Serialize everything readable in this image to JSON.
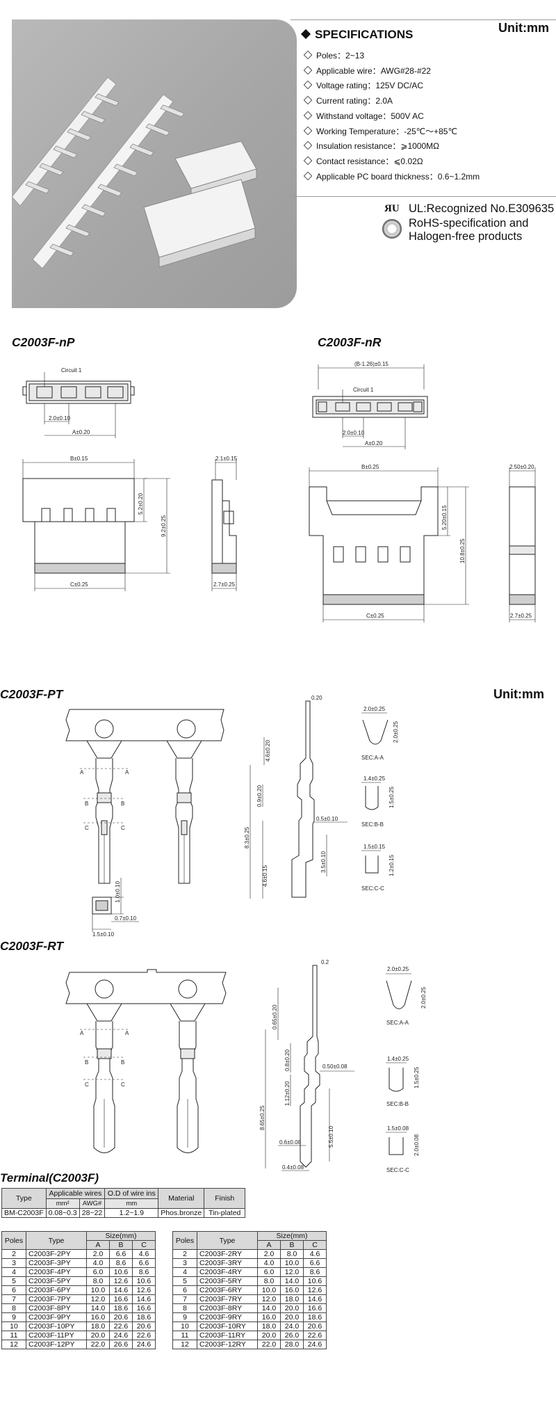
{
  "specs": {
    "heading": "SPECIFICATIONS",
    "unit": "Unit:mm",
    "items": [
      "Poles：2~13",
      "Applicable wire：AWG#28-#22",
      "Voltage rating：125V DC/AC",
      "Current rating：2.0A",
      "Withstand voltage：500V AC",
      "Working Temperature：-25℃～+85℃",
      "Insulation resistance：⩾1000MΩ",
      "Contact resistance：⩽0.02Ω",
      "Applicable PC board thickness：0.6~1.2mm"
    ]
  },
  "cert": {
    "ul": "UL:Recognized No.E309635",
    "rohs_line1": "RoHS-specification and",
    "rohs_line2": "Halogen-free products"
  },
  "drawings": {
    "np_title": "C2003F-nP",
    "nr_title": "C2003F-nR",
    "pt_title": "C2003F-PT",
    "pt_unit": "Unit:mm",
    "rt_title": "C2003F-RT",
    "np": {
      "circuit": "Circuit 1",
      "pitch": "2.0±0.10",
      "a": "A±0.20",
      "b": "B±0.15",
      "h1": "5.2±0.20",
      "h2": "9.2±0.25",
      "c": "C±0.25",
      "w": "2.1±0.15",
      "w2": "2.7±0.25"
    },
    "nr": {
      "top": "(B-1.26)±0.15",
      "circuit": "Circuit 1",
      "pitch": "2.0±0.10",
      "a": "A±0.20",
      "b": "B±0.25",
      "h1": "5.20±0.15",
      "h2": "10.8±0.25",
      "c": "C±0.25",
      "w": "2.50±0.20",
      "w2": "2.7±0.25"
    },
    "pt": {
      "t": "0.20",
      "d1": "4.6±0.20",
      "d2": "0.9±0.20",
      "d3": "8.3±0.25",
      "d4": "4.6±0.15",
      "d5": "0.5±0.10",
      "d6": "3.5±0.10",
      "d7": "1.0±0.10",
      "d8": "0.7±0.10",
      "d9": "1.5±0.10",
      "sa_w": "2.0±0.25",
      "sa_h": "2.0±0.25",
      "sa": "SEC:A-A",
      "sb_w": "1.4±0.25",
      "sb_h": "1.5±0.25",
      "sb": "SEC:B-B",
      "sc_w": "1.5±0.15",
      "sc_h": "1.2±0.15",
      "sc": "SEC:C-C"
    },
    "rt": {
      "t": "0.2",
      "d1": "0.65±0.20",
      "d2": "0.8±0.20",
      "d3": "8.65±0.25",
      "d4": "1.12±0.20",
      "d5": "0.50±0.08",
      "d6": "5.5±0.10",
      "d7": "0.6±0.08",
      "d8": "0.4±0.08",
      "sa_w": "2.0±0.25",
      "sa_h": "2.0±0.25",
      "sa": "SEC:A-A",
      "sb_w": "1.4±0.25",
      "sb_h": "1.5±0.25",
      "sb": "SEC:B-B",
      "sc_w": "1.5±0.08",
      "sc_h": "2.0±0.08",
      "sc": "SEC:C-C"
    },
    "marks": {
      "a": "A",
      "b": "B",
      "c": "C"
    }
  },
  "terminal": {
    "title": "Terminal(C2003F)",
    "headers": {
      "type": "Type",
      "wires": "Applicable wires",
      "od": "O.D of wire ins",
      "material": "Material",
      "finish": "Finish",
      "mm2": "mm²",
      "awg": "AWG#",
      "mm": "mm"
    },
    "row": {
      "type": "BM-C2003F",
      "mm2": "0.08~0.3",
      "awg": "28~22",
      "od": "1.2~1.9",
      "material": "Phos.bronze",
      "finish": "Tin-plated"
    }
  },
  "size_tables": {
    "headers": {
      "poles": "Poles",
      "type": "Type",
      "size": "Size(mm)",
      "a": "A",
      "b": "B",
      "c": "C"
    },
    "py": [
      [
        "2",
        "C2003F-2PY",
        "2.0",
        "6.6",
        "4.6"
      ],
      [
        "3",
        "C2003F-3PY",
        "4.0",
        "8.6",
        "6.6"
      ],
      [
        "4",
        "C2003F-4PY",
        "6.0",
        "10.6",
        "8.6"
      ],
      [
        "5",
        "C2003F-5PY",
        "8.0",
        "12.6",
        "10.6"
      ],
      [
        "6",
        "C2003F-6PY",
        "10.0",
        "14.6",
        "12.6"
      ],
      [
        "7",
        "C2003F-7PY",
        "12.0",
        "16.6",
        "14.6"
      ],
      [
        "8",
        "C2003F-8PY",
        "14.0",
        "18.6",
        "16.6"
      ],
      [
        "9",
        "C2003F-9PY",
        "16.0",
        "20.6",
        "18.6"
      ],
      [
        "10",
        "C2003F-10PY",
        "18.0",
        "22.6",
        "20.6"
      ],
      [
        "11",
        "C2003F-11PY",
        "20.0",
        "24.6",
        "22.6"
      ],
      [
        "12",
        "C2003F-12PY",
        "22.0",
        "26.6",
        "24.6"
      ]
    ],
    "ry": [
      [
        "2",
        "C2003F-2RY",
        "2.0",
        "8.0",
        "4.6"
      ],
      [
        "3",
        "C2003F-3RY",
        "4.0",
        "10.0",
        "6.6"
      ],
      [
        "4",
        "C2003F-4RY",
        "6.0",
        "12.0",
        "8.6"
      ],
      [
        "5",
        "C2003F-5RY",
        "8.0",
        "14.0",
        "10.6"
      ],
      [
        "6",
        "C2003F-6RY",
        "10.0",
        "16.0",
        "12.6"
      ],
      [
        "7",
        "C2003F-7RY",
        "12.0",
        "18.0",
        "14.6"
      ],
      [
        "8",
        "C2003F-8RY",
        "14.0",
        "20.0",
        "16.6"
      ],
      [
        "9",
        "C2003F-9RY",
        "16.0",
        "20.0",
        "18.6"
      ],
      [
        "10",
        "C2003F-10RY",
        "18.0",
        "24.0",
        "20.6"
      ],
      [
        "11",
        "C2003F-11RY",
        "20.0",
        "26.0",
        "22.6"
      ],
      [
        "12",
        "C2003F-12RY",
        "22.0",
        "28.0",
        "24.6"
      ]
    ]
  }
}
